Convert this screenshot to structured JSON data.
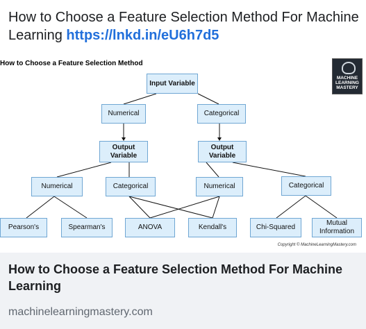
{
  "post": {
    "text": "How to Choose a Feature Selection Method For Machine Learning ",
    "link": "https://lnkd.in/eU6h7d5"
  },
  "diagram": {
    "title": "How to Choose a Feature Selection Method",
    "logo_text": "MACHINE LEARNING MASTERY",
    "copyright": "Copyright © MachineLearningMastery.com",
    "nodes": {
      "input_variable": "Input Variable",
      "input_numerical": "Numerical",
      "input_categorical": "Categorical",
      "output_variable_left": "Output Variable",
      "output_variable_right": "Output Variable",
      "num_numerical": "Numerical",
      "num_categorical": "Categorical",
      "cat_numerical": "Numerical",
      "cat_categorical": "Categorical",
      "pearsons": "Pearson's",
      "spearmans": "Spearman's",
      "anova": "ANOVA",
      "kendalls": "Kendall's",
      "chi_squared": "Chi-Squared",
      "mutual_information": "Mutual Information"
    }
  },
  "card": {
    "title": "How to Choose a Feature Selection Method For Machine Learning",
    "domain": "machinelearningmastery.com"
  }
}
